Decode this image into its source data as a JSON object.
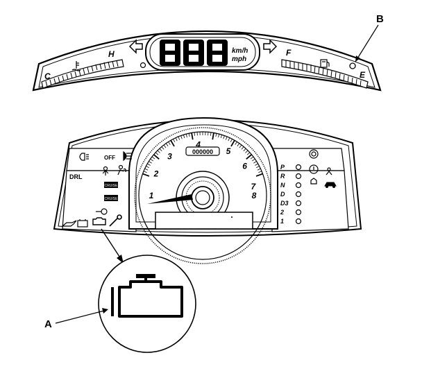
{
  "callouts": {
    "a": "A",
    "b": "B"
  },
  "upper_display": {
    "digits": "888",
    "unit_kmh": "km/h",
    "unit_mph": "mph",
    "temp_hot": "H",
    "temp_cold": "C",
    "fuel_full": "F",
    "fuel_empty": "E"
  },
  "tachometer": {
    "ticks": [
      "1",
      "2",
      "3",
      "4",
      "5",
      "6",
      "7",
      "8"
    ],
    "odometer": "000000"
  },
  "indicators": {
    "drl": "DRL",
    "headlight_off": "OFF",
    "btn_upper": "CRUISE",
    "btn_lower": "CRUISE"
  },
  "gear_positions": [
    "P",
    "R",
    "N",
    "D",
    "D3",
    "2",
    "1"
  ],
  "colors": {
    "line": "#000000",
    "paper": "#ffffff",
    "fill_gray": "#e8e8e8"
  }
}
